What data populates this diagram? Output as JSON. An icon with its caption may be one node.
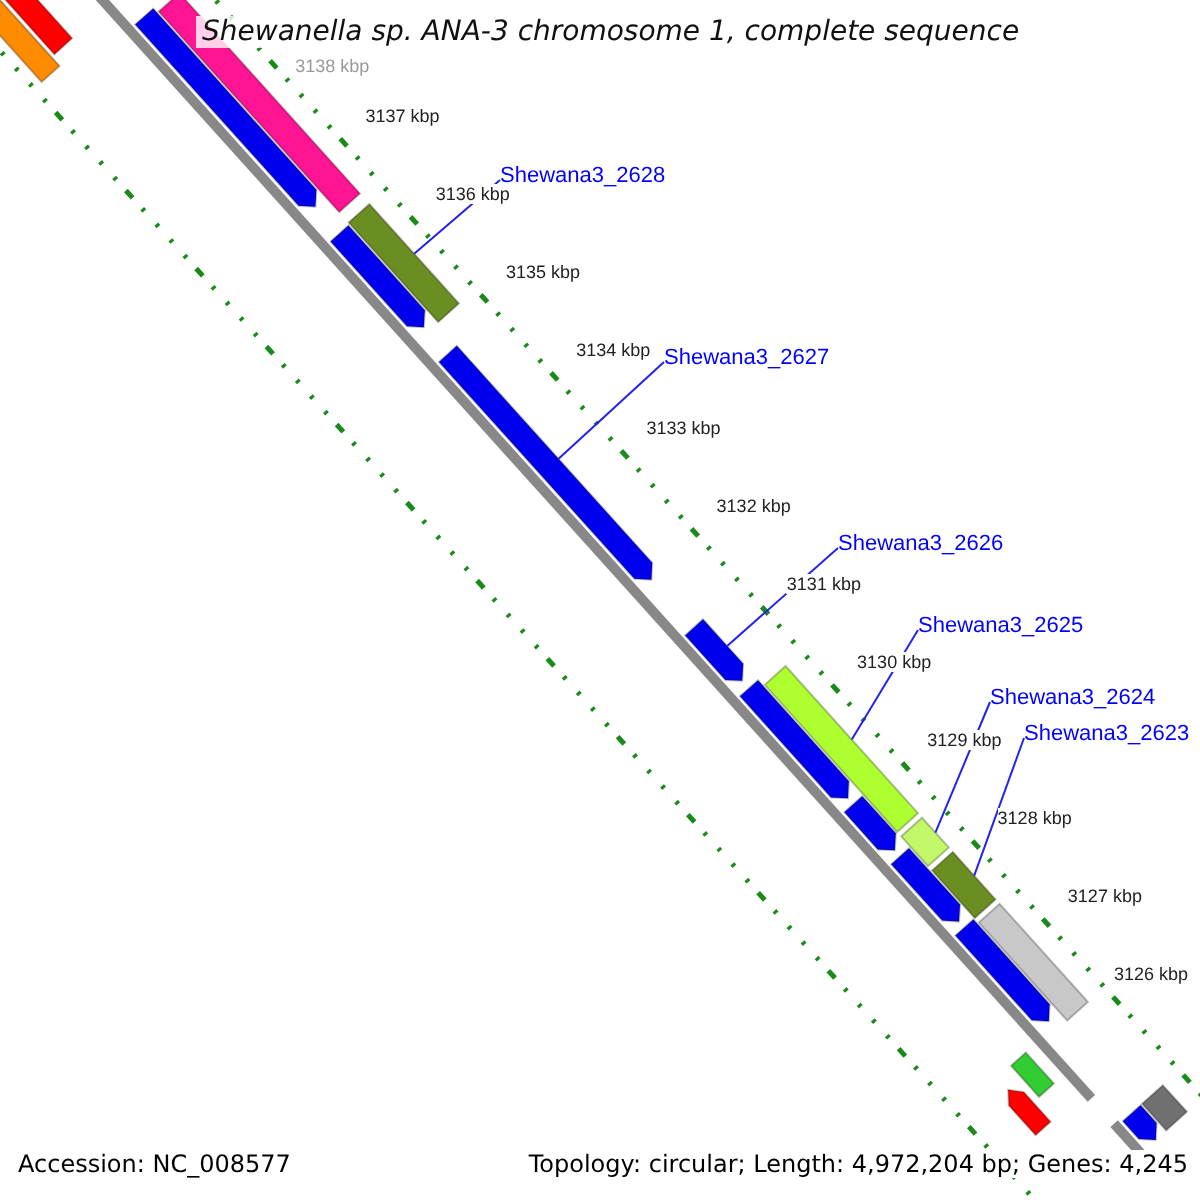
{
  "diagram": {
    "title": "Shewanella sp. ANA-3 chromosome 1, complete sequence",
    "nodes": [
      {
        "text": [
          "Shewana3_2628"
        ]
      },
      {
        "text": [
          "Shewana3_2627"
        ]
      },
      {
        "text": [
          "Shewana3_2626"
        ]
      },
      {
        "text": [
          "Shewana3_2625"
        ]
      },
      {
        "text": [
          "Shewana3_2624"
        ]
      },
      {
        "text": [
          "Shewana3_2623"
        ]
      },
      {
        "text": [],
        "shape": "bar"
      },
      {
        "text": [],
        "shape": "arrow"
      },
      {
        "text": [],
        "shape": "bar"
      },
      {
        "text": [],
        "shape": "arrow"
      },
      {
        "text": [],
        "shape": "arrow"
      },
      {
        "text": [],
        "shape": "arrow"
      },
      {
        "text": [],
        "shape": "arrow"
      },
      {
        "text": [],
        "shape": "bar"
      },
      {
        "text": [],
        "shape": "bar"
      },
      {
        "text": [],
        "shape": "bar"
      },
      {
        "text": [],
        "shape": "bar"
      },
      {
        "text": [],
        "shape": "arrow"
      },
      {
        "text": [],
        "shape": "arrow"
      },
      {
        "text": [],
        "shape": "arrow"
      },
      {
        "text": [],
        "shape": "bar"
      },
      {
        "text": [],
        "shape": "arrow"
      },
      {
        "text": [],
        "shape": "bar"
      },
      {
        "text": [],
        "shape": "arrow"
      },
      {
        "text": [],
        "shape": "bar"
      },
      {
        "text": [],
        "shape": "bar"
      }
    ],
    "edges": [
      {
        "from": 0,
        "to": 8,
        "arrow": "none"
      },
      {
        "from": 1,
        "to": 10,
        "arrow": "none"
      },
      {
        "from": 2,
        "to": 11,
        "arrow": "none"
      },
      {
        "from": 3,
        "to": 13,
        "arrow": "none"
      },
      {
        "from": 4,
        "to": 14,
        "arrow": "none"
      },
      {
        "from": 5,
        "to": 15,
        "arrow": "none"
      }
    ],
    "labels": [
      "3138 kbp",
      "3137 kbp",
      "3136 kbp",
      "3135 kbp",
      "3134 kbp",
      "3133 kbp",
      "3132 kbp",
      "3131 kbp",
      "3130 kbp",
      "3129 kbp",
      "3128 kbp",
      "3127 kbp",
      "3126 kbp",
      "Accession: NC_008577",
      "Topology: circular; Length: 4,972,204 bp; Genes: 4,245"
    ]
  }
}
